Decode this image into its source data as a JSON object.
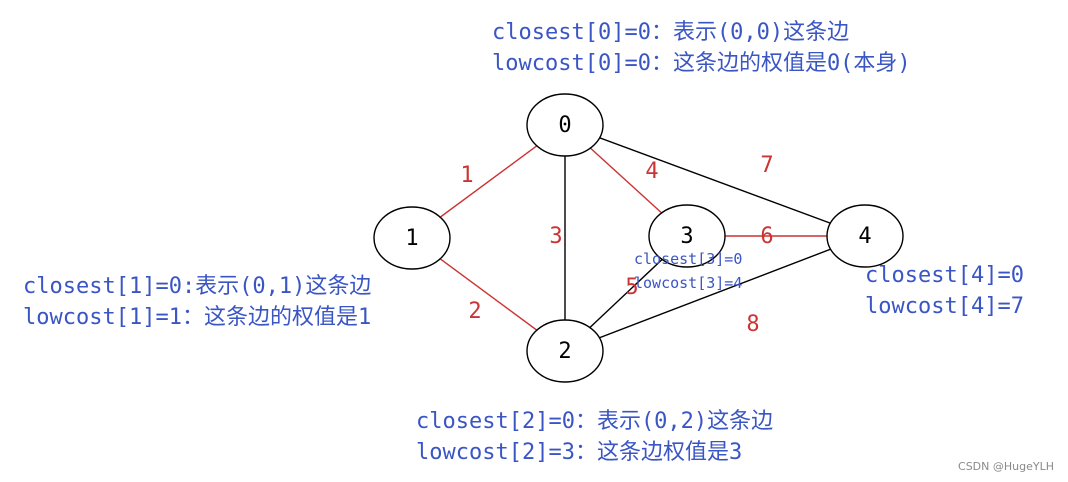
{
  "colors": {
    "annotation": "#3a55c4",
    "tree_edge": "#cc3333",
    "edge": "#000000",
    "node_stroke": "#000000",
    "node_fill": "#ffffff",
    "weight_label": "#cc3333"
  },
  "nodes": [
    {
      "id": "0",
      "label": "0"
    },
    {
      "id": "1",
      "label": "1"
    },
    {
      "id": "2",
      "label": "2"
    },
    {
      "id": "3",
      "label": "3"
    },
    {
      "id": "4",
      "label": "4"
    }
  ],
  "edges": [
    {
      "from": "0",
      "to": "1",
      "weight": "1",
      "in_tree": true
    },
    {
      "from": "1",
      "to": "2",
      "weight": "2",
      "in_tree": true
    },
    {
      "from": "0",
      "to": "2",
      "weight": "3",
      "in_tree": false
    },
    {
      "from": "0",
      "to": "3",
      "weight": "4",
      "in_tree": true
    },
    {
      "from": "2",
      "to": "3",
      "weight": "5",
      "in_tree": false
    },
    {
      "from": "3",
      "to": "4",
      "weight": "6",
      "in_tree": true
    },
    {
      "from": "0",
      "to": "4",
      "weight": "7",
      "in_tree": false
    },
    {
      "from": "2",
      "to": "4",
      "weight": "8",
      "in_tree": false
    }
  ],
  "annotations": {
    "node0": {
      "closest": "closest[0]=0：表示(0,0)这条边",
      "lowcost": "lowcost[0]=0：这条边的权值是0(本身)"
    },
    "node1": {
      "closest": "closest[1]=0:表示(0,1)这条边",
      "lowcost": "lowcost[1]=1：这条边的权值是1"
    },
    "node2": {
      "closest": "closest[2]=0：表示(0,2)这条边",
      "lowcost": "lowcost[2]=3：这条边权值是3"
    },
    "node3": {
      "closest": "closest[3]=0",
      "lowcost": "lowcost[3]=4"
    },
    "node4": {
      "closest": "closest[4]=0",
      "lowcost": "lowcost[4]=7"
    }
  },
  "watermark": "CSDN @HugeYLH"
}
